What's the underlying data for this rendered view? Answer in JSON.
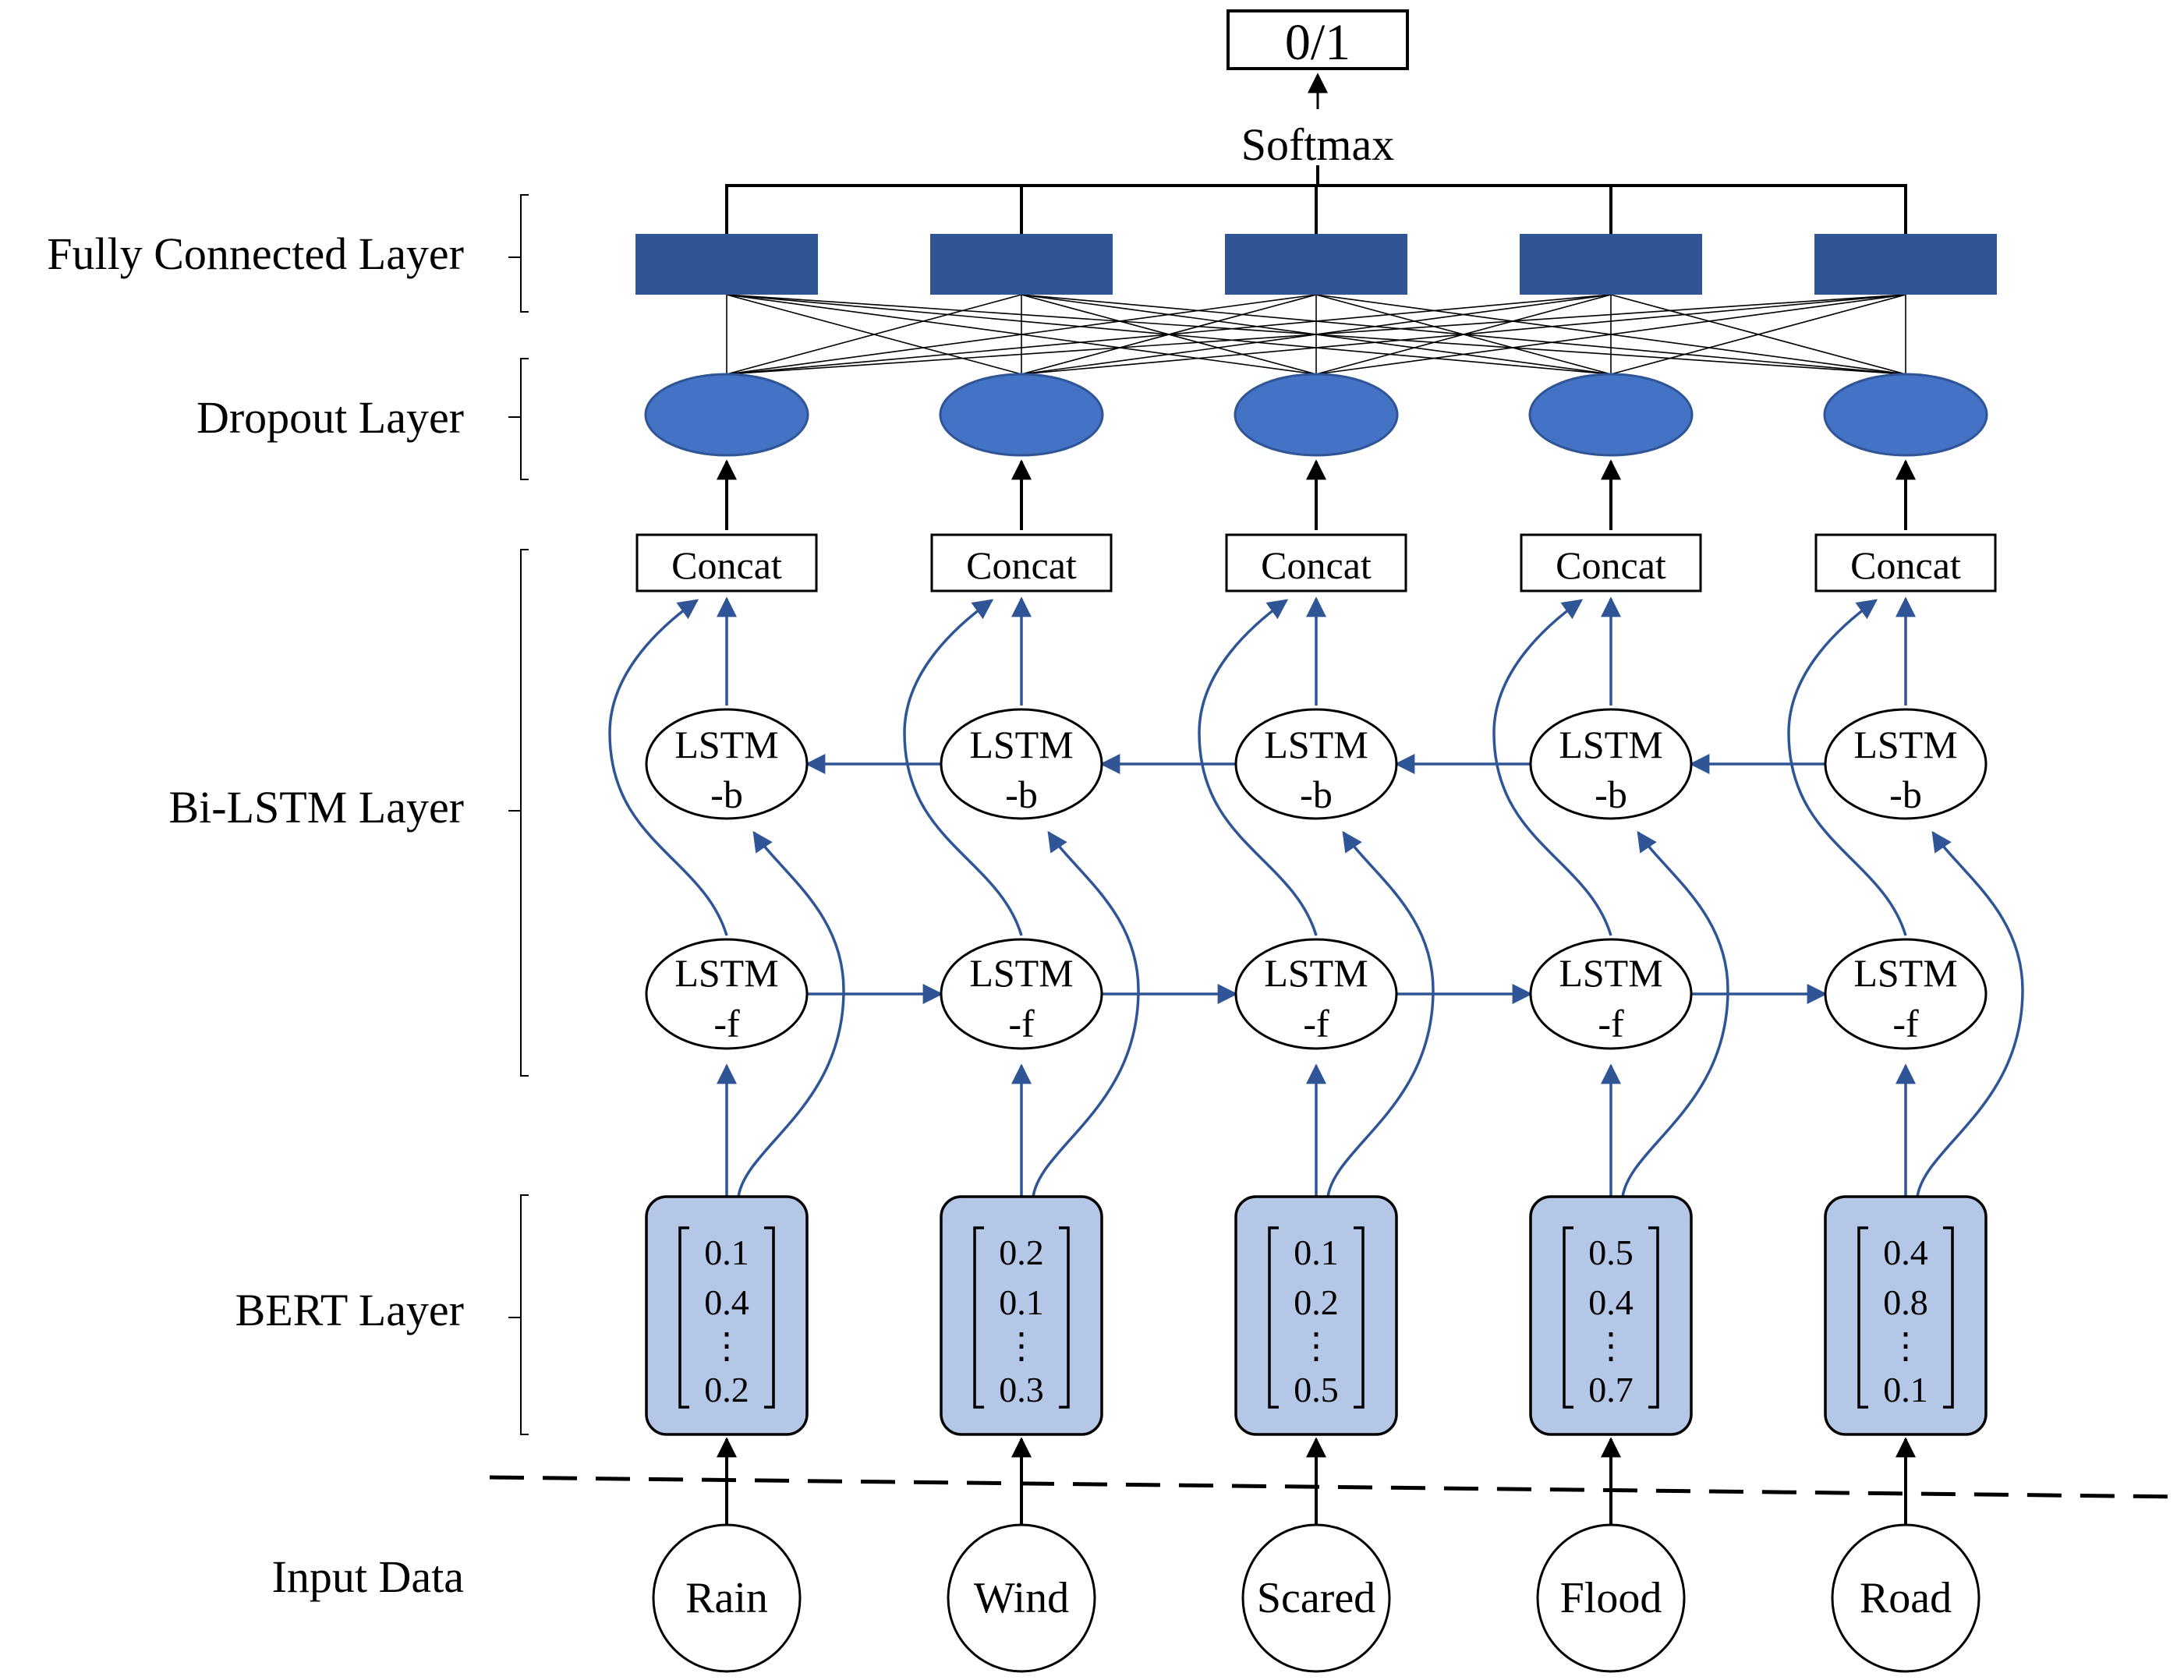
{
  "layers": {
    "fully_connected": "Fully Connected Layer",
    "dropout": "Dropout Layer",
    "bilstm": "Bi-LSTM Layer",
    "bert": "BERT Layer",
    "input": "Input Data"
  },
  "output": {
    "label": "0/1",
    "softmax": "Softmax"
  },
  "concat_label": "Concat",
  "lstm_b": {
    "line1": "LSTM",
    "line2": "-b"
  },
  "lstm_f": {
    "line1": "LSTM",
    "line2": "-f"
  },
  "vector_dots": "⋮",
  "words": [
    "Rain",
    "Wind",
    "Scared",
    "Flood",
    "Road"
  ],
  "vectors": [
    [
      "0.1",
      "0.4",
      "0.2"
    ],
    [
      "0.2",
      "0.1",
      "0.3"
    ],
    [
      "0.1",
      "0.2",
      "0.5"
    ],
    [
      "0.5",
      "0.4",
      "0.7"
    ],
    [
      "0.4",
      "0.8",
      "0.1"
    ]
  ],
  "colors": {
    "fc_block": "#2F5597",
    "dropout_node": "#4472C4",
    "bert_box": "#B4C7E7",
    "arrow_blue": "#2F5597",
    "black": "#000000"
  }
}
